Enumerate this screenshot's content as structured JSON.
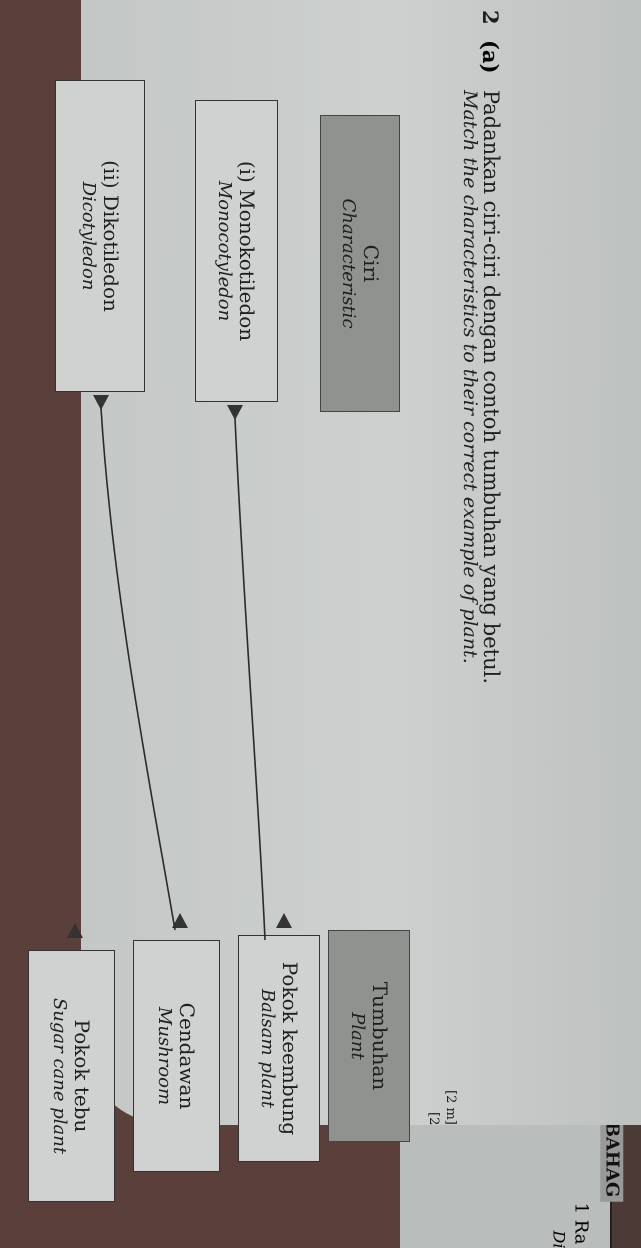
{
  "question": {
    "number": "2",
    "part": "(a)",
    "instruction_ms": "Padankan ciri-ciri dengan contoh tumbuhan yang betul.",
    "instruction_en": "Match the characteristics to their correct example of plant.",
    "marks": "[2 m]",
    "marks_small": "[2"
  },
  "left_column": {
    "header": {
      "main": "Ciri",
      "sub": "Characteristic"
    },
    "items": [
      {
        "main": "(i) Monokotiledon",
        "sub": "Monocotyledon"
      },
      {
        "main": "(ii) Dikotiledon",
        "sub": "Dicotyledon"
      }
    ]
  },
  "right_column": {
    "header": {
      "main": "Tumbuhan",
      "sub": "Plant"
    },
    "items": [
      {
        "main": "Pokok keembung",
        "sub": "Balsam plant"
      },
      {
        "main": "Cendawan",
        "sub": "Mushroom"
      },
      {
        "main": "Pokok tebu",
        "sub": "Sugar cane plant"
      }
    ]
  },
  "answers": [
    {
      "from": "(i) Monokotiledon",
      "to": "Pokok keembung"
    },
    {
      "from": "(ii) Dikotiledon",
      "to": "Cendawan"
    }
  ],
  "next_page": {
    "section": "BAHAG",
    "line1": "1  Ra",
    "line2": "Di"
  }
}
